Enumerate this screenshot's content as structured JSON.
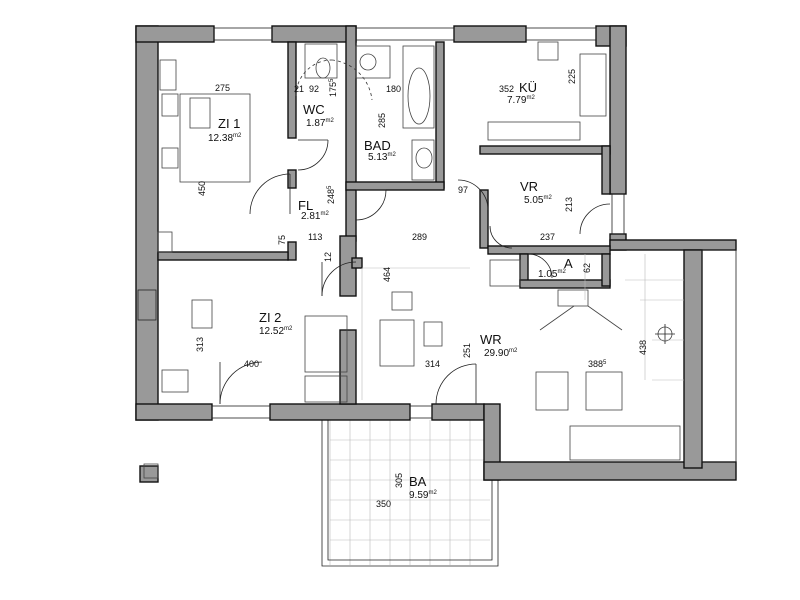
{
  "rooms": [
    {
      "code": "ZI 1",
      "area": "12.38",
      "unit": "m2"
    },
    {
      "code": "WC",
      "area": "1.87",
      "unit": "m2"
    },
    {
      "code": "BAD",
      "area": "5.13",
      "unit": "m2"
    },
    {
      "code": "KÜ",
      "area": "7.79",
      "unit": "m2"
    },
    {
      "code": "FL",
      "area": "2.81",
      "unit": "m2"
    },
    {
      "code": "VR",
      "area": "5.05",
      "unit": "m2"
    },
    {
      "code": "A",
      "area": "1.05",
      "unit": "m2"
    },
    {
      "code": "ZI 2",
      "area": "12.52",
      "unit": "m2"
    },
    {
      "code": "WR",
      "area": "29.90",
      "unit": "m2"
    },
    {
      "code": "BA",
      "area": "9.59",
      "unit": "m2"
    }
  ],
  "dimensions": [
    {
      "text": "275"
    },
    {
      "text": "21"
    },
    {
      "text": "92"
    },
    {
      "text": "175",
      "sup": "5"
    },
    {
      "text": "180"
    },
    {
      "text": "352"
    },
    {
      "text": "225"
    },
    {
      "text": "285"
    },
    {
      "text": "450"
    },
    {
      "text": "248",
      "sup": "5"
    },
    {
      "text": "97"
    },
    {
      "text": "213"
    },
    {
      "text": "75"
    },
    {
      "text": "113"
    },
    {
      "text": "289"
    },
    {
      "text": "237"
    },
    {
      "text": "12"
    },
    {
      "text": "62"
    },
    {
      "text": "464"
    },
    {
      "text": "313"
    },
    {
      "text": "251"
    },
    {
      "text": "438"
    },
    {
      "text": "400"
    },
    {
      "text": "314"
    },
    {
      "text": "388",
      "sup": "5"
    },
    {
      "text": "305"
    },
    {
      "text": "350"
    }
  ]
}
